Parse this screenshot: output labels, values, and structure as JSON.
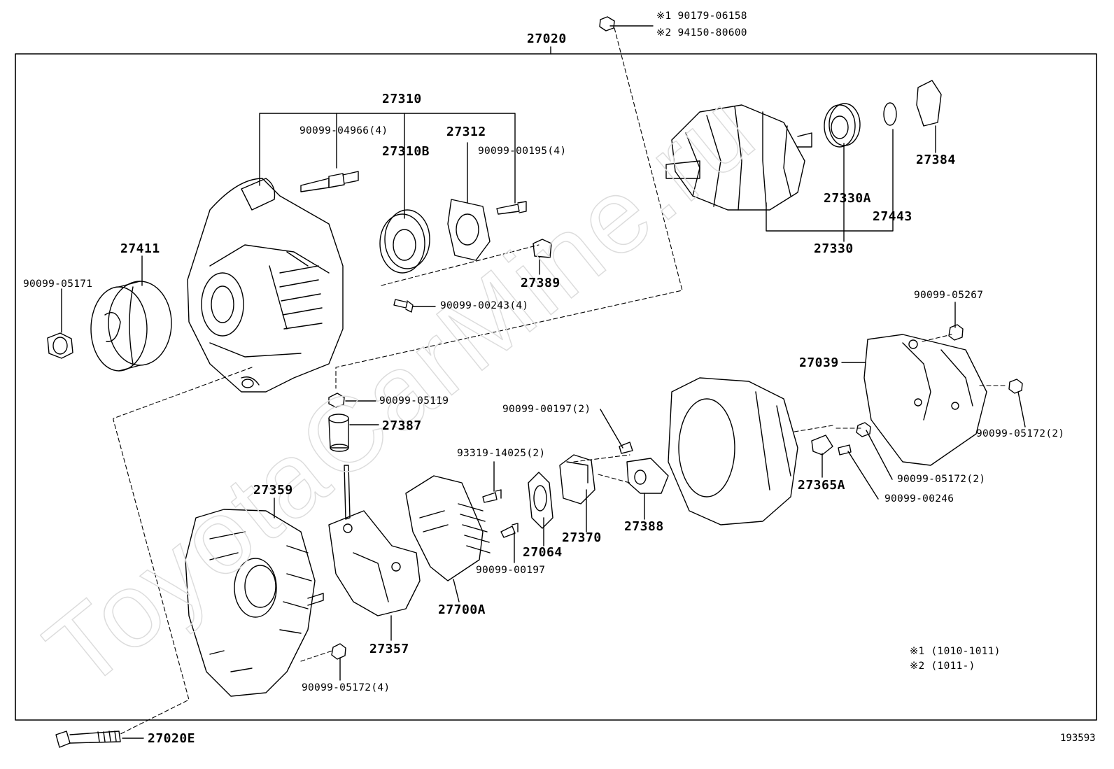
{
  "diagram_id": "193593",
  "watermark": "ToyotaCarMine.ru",
  "notes": {
    "top_part_1": "※1 90179-06158",
    "top_part_2": "※2 94150-80600",
    "legend_1": "※1 (1010-1011)",
    "legend_2": "※2 (1011-)"
  },
  "labels": {
    "l27020": "27020",
    "l27310": "27310",
    "l90099_04966": "90099-04966(4)",
    "l27312": "27312",
    "l27310B": "27310B",
    "l90099_00195": "90099-00195(4)",
    "l27411": "27411",
    "l90099_05171": "90099-05171",
    "l27389": "27389",
    "l90099_00243": "90099-00243(4)",
    "l27384": "27384",
    "l27330A": "27330A",
    "l27443": "27443",
    "l27330": "27330",
    "l90099_05267": "90099-05267",
    "l27039": "27039",
    "l90099_05172_2a": "90099-05172(2)",
    "l90099_05119": "90099-05119",
    "l27387": "27387",
    "l90099_00197_2": "90099-00197(2)",
    "l93319_14025": "93319-14025(2)",
    "l27359": "27359",
    "l27064": "27064",
    "l27370": "27370",
    "l27388": "27388",
    "l27365A": "27365A",
    "l90099_05172_2b": "90099-05172(2)",
    "l90099_00246": "90099-00246",
    "l90099_00197": "90099-00197",
    "l27700A": "27700A",
    "l27357": "27357",
    "l90099_05172_4": "90099-05172(4)",
    "l27020E": "27020E"
  }
}
